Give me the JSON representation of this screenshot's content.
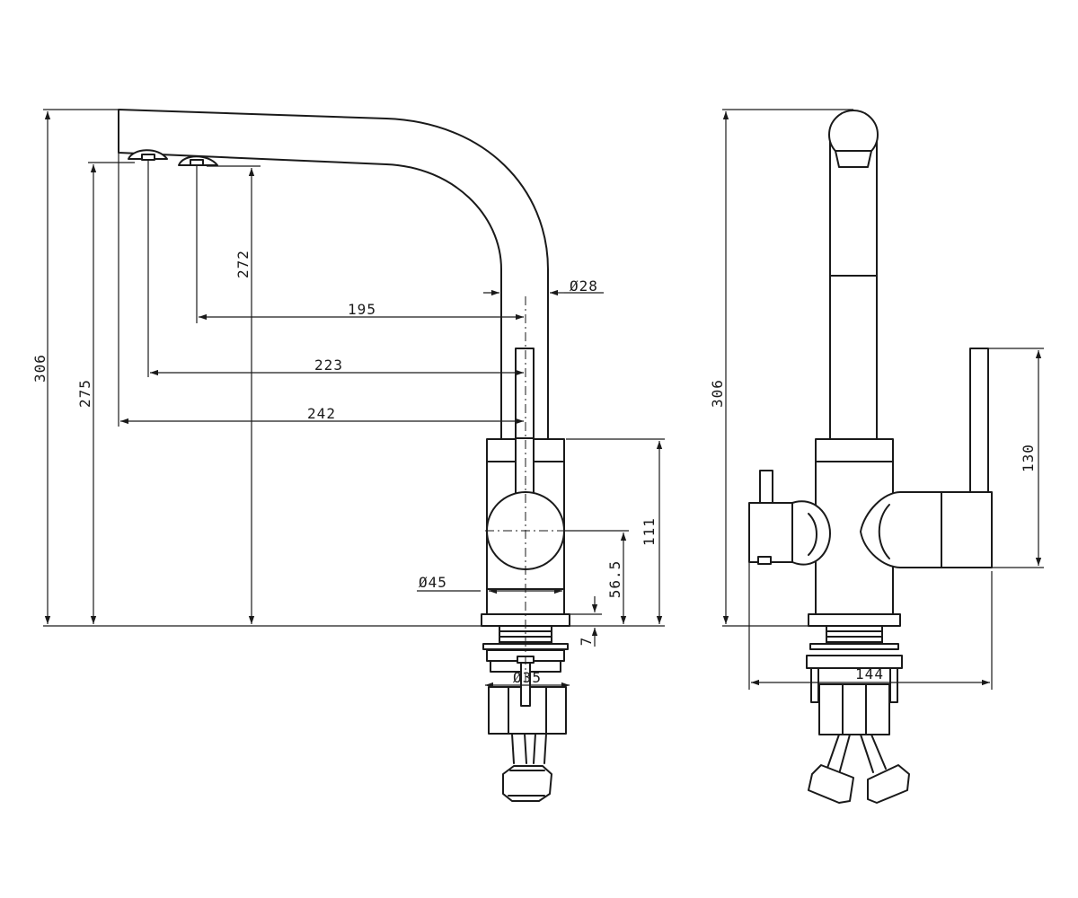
{
  "title": "",
  "colors": {
    "line": "#1a1a1a",
    "background": "#ffffff"
  },
  "side_view": {
    "dims": {
      "total_height": "306",
      "spout_outlet_height": "275",
      "inner_height": "272",
      "reach_195": "195",
      "reach_223": "223",
      "reach_242": "242",
      "spout_diameter": "Ø28",
      "body_diameter": "Ø45",
      "body_height": "111",
      "handle_center": "56.5",
      "base_thickness": "7",
      "thread": "Ø35"
    }
  },
  "front_view": {
    "dims": {
      "total_height": "306",
      "lever_height": "130",
      "width": "144"
    }
  }
}
